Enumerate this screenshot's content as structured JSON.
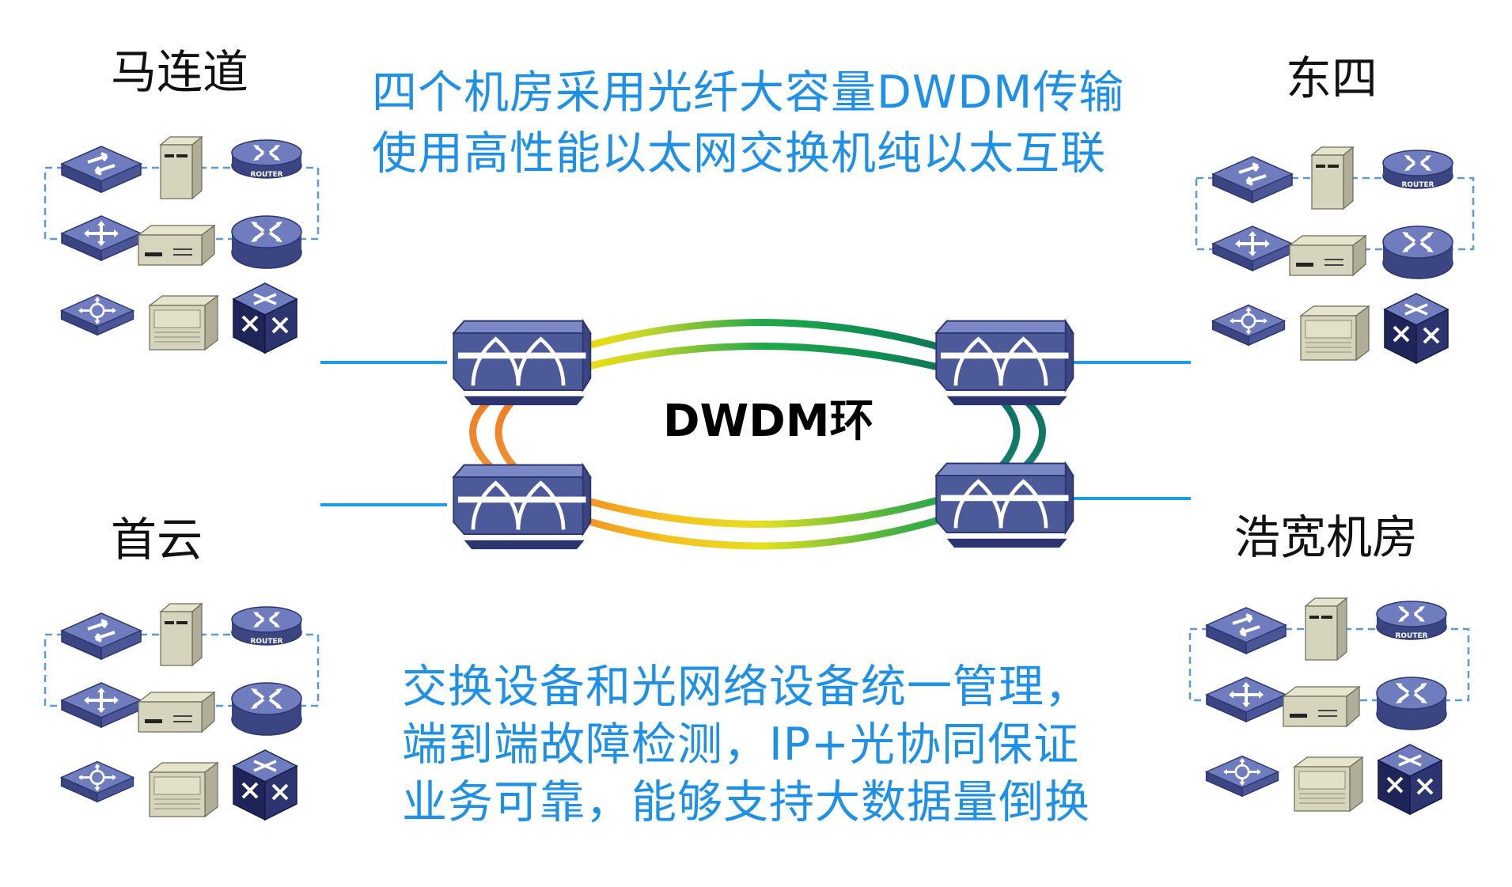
{
  "headline": {
    "line1": "四个机房采用光纤大容量DWDM传输",
    "line2": "使用高性能以太网交换机纯以太互联"
  },
  "sites": {
    "top_left": "马连道",
    "top_right": "东四",
    "bottom_left": "首云",
    "bottom_right": "浩宽机房"
  },
  "ring_label": "DWDM环",
  "bottom_text": {
    "line1": "交换设备和光网络设备统一管理，",
    "line2": "端到端故障检测，IP+光协同保证",
    "line3": "业务可靠，能够支持大数据量倒换"
  },
  "router_badge": "ROUTER",
  "colors": {
    "text_blue": "#1e90e6",
    "device_blue": "#4d5a9a",
    "uplink_blue": "#1a9ee8",
    "dashed_line": "#5a9ad6"
  },
  "icons": [
    "switch-icon",
    "server-icon",
    "router-icon",
    "atm-switch-icon",
    "cube-switch-icon",
    "oadm-node-icon"
  ]
}
